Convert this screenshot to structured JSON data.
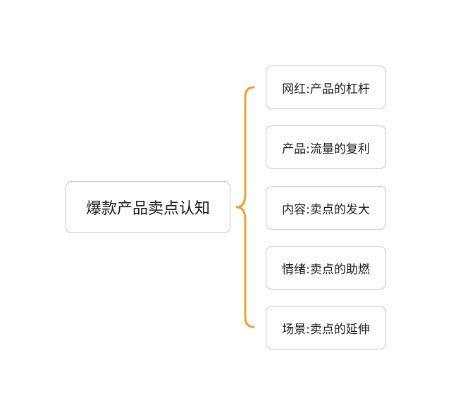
{
  "diagram": {
    "root": {
      "label": "爆款产品卖点认知"
    },
    "children": [
      {
        "label": "网红:产品的杠杆"
      },
      {
        "label": "产品:流量的复利"
      },
      {
        "label": "内容:卖点的发大"
      },
      {
        "label": "情绪:卖点的助燃"
      },
      {
        "label": "场景:卖点的延伸"
      }
    ],
    "connector": {
      "color": "#F0A030"
    }
  }
}
